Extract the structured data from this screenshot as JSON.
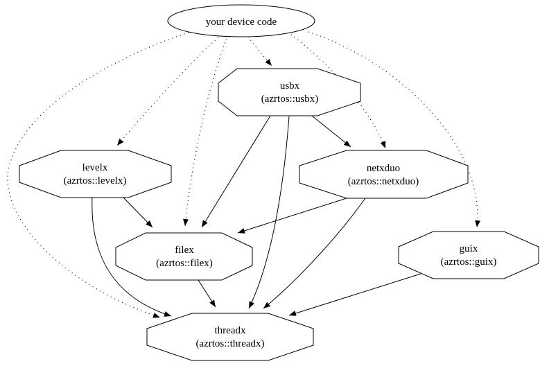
{
  "diagram": {
    "kind": "dependency-graph",
    "colors": {
      "background": "#ffffff",
      "stroke": "#000000",
      "text": "#000000"
    },
    "nodes": {
      "device": {
        "label": "your device code",
        "shape": "ellipse"
      },
      "usbx": {
        "name": "usbx",
        "pkg": "(azrtos::usbx)",
        "shape": "octagon"
      },
      "levelx": {
        "name": "levelx",
        "pkg": "(azrtos::levelx)",
        "shape": "octagon"
      },
      "netxduo": {
        "name": "netxduo",
        "pkg": "(azrtos::netxduo)",
        "shape": "octagon"
      },
      "filex": {
        "name": "filex",
        "pkg": "(azrtos::filex)",
        "shape": "octagon"
      },
      "guix": {
        "name": "guix",
        "pkg": "(azrtos::guix)",
        "shape": "octagon"
      },
      "threadx": {
        "name": "threadx",
        "pkg": "(azrtos::threadx)",
        "shape": "octagon"
      }
    },
    "edges": [
      {
        "from": "device",
        "to": "usbx",
        "style": "dotted"
      },
      {
        "from": "device",
        "to": "levelx",
        "style": "dotted"
      },
      {
        "from": "device",
        "to": "netxduo",
        "style": "dotted"
      },
      {
        "from": "device",
        "to": "filex",
        "style": "dotted"
      },
      {
        "from": "device",
        "to": "guix",
        "style": "dotted"
      },
      {
        "from": "device",
        "to": "threadx",
        "style": "dotted"
      },
      {
        "from": "usbx",
        "to": "netxduo",
        "style": "solid"
      },
      {
        "from": "usbx",
        "to": "filex",
        "style": "solid"
      },
      {
        "from": "usbx",
        "to": "threadx",
        "style": "solid"
      },
      {
        "from": "levelx",
        "to": "filex",
        "style": "solid"
      },
      {
        "from": "levelx",
        "to": "threadx",
        "style": "solid"
      },
      {
        "from": "netxduo",
        "to": "filex",
        "style": "solid"
      },
      {
        "from": "netxduo",
        "to": "threadx",
        "style": "solid"
      },
      {
        "from": "filex",
        "to": "threadx",
        "style": "solid"
      },
      {
        "from": "guix",
        "to": "threadx",
        "style": "solid"
      }
    ]
  }
}
